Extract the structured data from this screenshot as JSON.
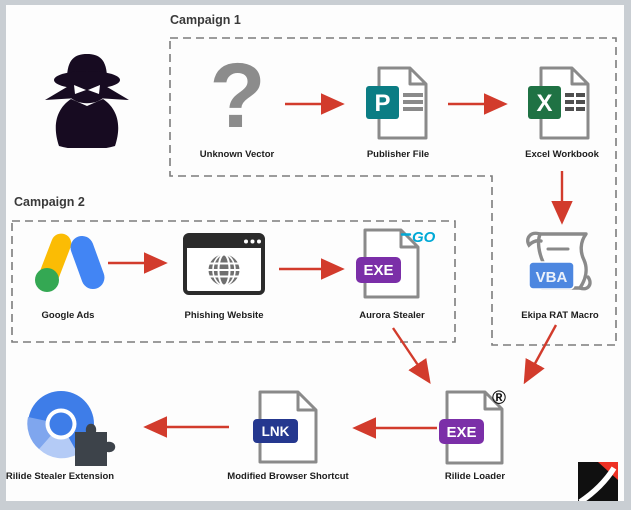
{
  "campaign1": {
    "label": "Campaign 1",
    "unknown_vector": {
      "glyph": "?",
      "label": "Unknown Vector"
    },
    "publisher_file": {
      "badge": "P",
      "label": "Publisher File"
    },
    "excel_workbook": {
      "badge": "X",
      "label": "Excel Workbook"
    },
    "ekipa_rat_macro": {
      "badge": "VBA",
      "label": "Ekipa RAT Macro"
    }
  },
  "campaign2": {
    "label": "Campaign 2",
    "google_ads": {
      "label": "Google Ads"
    },
    "phishing_website": {
      "label": "Phishing Website"
    },
    "aurora_stealer": {
      "badge": "EXE",
      "corner_mark": "GO",
      "label": "Aurora Stealer"
    }
  },
  "chain": {
    "rilide_loader": {
      "badge": "EXE",
      "corner_mark": "®",
      "label": "Rilide Loader"
    },
    "modified_browser_shortcut": {
      "badge": "LNK",
      "label": "Modified Browser Shortcut"
    },
    "rilide_stealer_extension": {
      "label": "Rilide Stealer Extension"
    }
  },
  "icons": {
    "threat_actor": "spy-silhouette-icon",
    "unknown_vector": "question-mark-icon",
    "publisher_file": "document-icon",
    "excel_workbook": "document-icon",
    "ekipa_rat_macro": "macro-scroll-icon",
    "google_ads": "google-ads-icon",
    "phishing_website": "browser-globe-icon",
    "aurora_stealer": "exe-document-icon",
    "rilide_loader": "exe-document-icon",
    "modified_browser_shortcut": "lnk-document-icon",
    "rilide_stealer_extension": "chromium-puzzle-icon",
    "vendor_logo": "trustwave-logo"
  },
  "colors": {
    "arrow_red": "#d23b2c",
    "dashed_gray": "#7d7d7d",
    "doc_outline_gray": "#8a8a8a",
    "publisher_teal": "#0b7d84",
    "excel_green": "#1f7244",
    "vba_blue": "#4d87e0",
    "exe_purple": "#7b2fa8",
    "lnk_navy": "#25388f",
    "go_cyan": "#00a9d6",
    "ads_blue": "#4285f4",
    "ads_yellow": "#fbbc04",
    "ads_green": "#34a853",
    "puzzle_gray": "#3d434a",
    "logo_red": "#ee3124"
  }
}
